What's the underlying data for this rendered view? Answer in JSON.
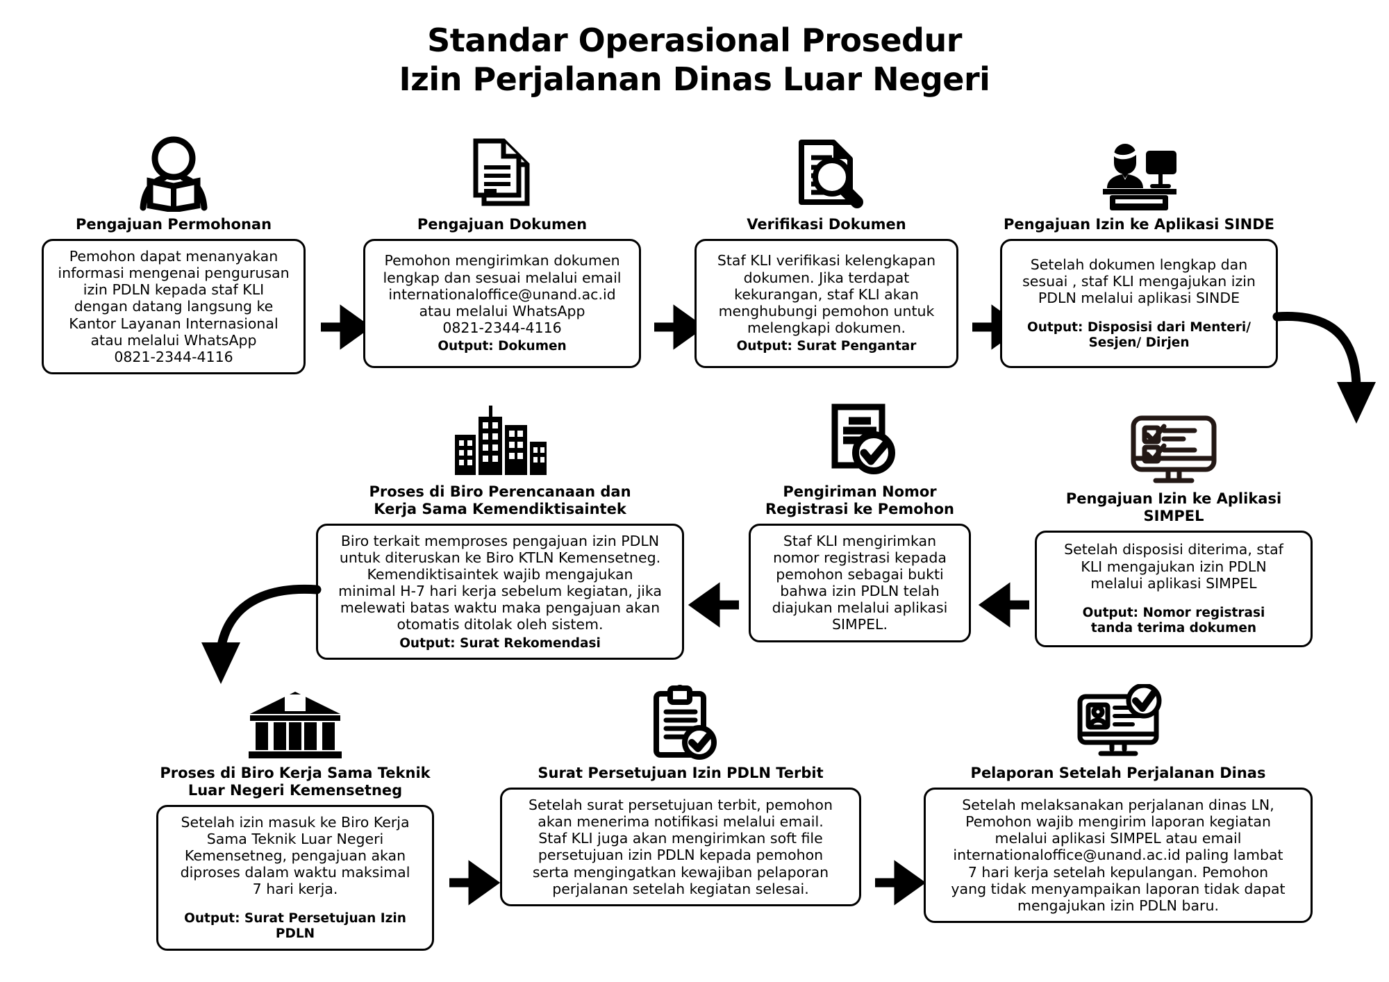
{
  "title": {
    "line1": "Standar Operasional Prosedur",
    "line2": "Izin Perjalanan Dinas Luar Negeri"
  },
  "steps": [
    {
      "id": "pengajuan-permohonan",
      "icon": "person-reading-icon",
      "heading": "Pengajuan Permohonan",
      "body": "Pemohon dapat menanyakan\ninformasi mengenai pengurusan\nizin PDLN kepada staf KLI\ndengan datang langsung ke\nKantor Layanan Internasional\natau melalui WhatsApp\n0821-2344-4116",
      "output": ""
    },
    {
      "id": "pengajuan-dokumen",
      "icon": "documents-icon",
      "heading": "Pengajuan Dokumen",
      "body": "Pemohon mengirimkan dokumen\nlengkap dan sesuai melalui email\ninternationaloffice@unand.ac.id\natau melalui WhatsApp\n0821-2344-4116",
      "output": "Output: Dokumen"
    },
    {
      "id": "verifikasi-dokumen",
      "icon": "document-magnifier-icon",
      "heading": "Verifikasi Dokumen",
      "body": "Staf KLI verifikasi kelengkapan\ndokumen. Jika terdapat\nkekurangan, staf KLI akan\nmenghubungi pemohon untuk\nmelengkapi dokumen.",
      "output": "Output: Surat Pengantar"
    },
    {
      "id": "pengajuan-izin-sinde",
      "icon": "staff-desk-monitor-icon",
      "heading": "Pengajuan Izin ke Aplikasi SINDE",
      "body": "Setelah dokumen lengkap dan\nsesuai , staf KLI mengajukan izin\nPDLN melalui aplikasi SINDE",
      "output": "Output: Disposisi dari Menteri/\nSesjen/ Dirjen"
    },
    {
      "id": "pengajuan-izin-simpel",
      "icon": "monitor-checklist-icon",
      "heading": "Pengajuan Izin ke Aplikasi SIMPEL",
      "body": "Setelah disposisi diterima, staf\nKLI mengajukan izin PDLN\nmelalui aplikasi SIMPEL",
      "output": "Output: Nomor registrasi\ntanda terima dokumen"
    },
    {
      "id": "pengiriman-nomor-registrasi",
      "icon": "document-check-icon",
      "heading": "Pengiriman Nomor\nRegistrasi ke Pemohon",
      "body": "Staf KLI mengirimkan\nnomor registrasi kepada\npemohon sebagai bukti\nbahwa izin PDLN telah\ndiajukan melalui aplikasi\nSIMPEL.",
      "output": ""
    },
    {
      "id": "proses-biro-perencanaan",
      "icon": "office-buildings-icon",
      "heading": "Proses di Biro Perencanaan dan\nKerja Sama Kemendiktisaintek",
      "body": "Biro terkait memproses pengajuan izin PDLN\nuntuk diteruskan ke Biro KTLN Kemensetneg.\nKemendiktisaintek wajib mengajukan\nminimal H-7 hari kerja sebelum kegiatan, jika\nmelewati batas waktu maka pengajuan akan\notomatis ditolak oleh sistem.",
      "output": "Output: Surat Rekomendasi"
    },
    {
      "id": "proses-biro-kerja-sama-teknik",
      "icon": "government-building-icon",
      "heading": "Proses di Biro Kerja Sama Teknik\nLuar Negeri Kemensetneg",
      "body": "Setelah izin masuk ke Biro Kerja\nSama Teknik Luar Negeri\nKemensetneg, pengajuan akan\ndiproses dalam waktu maksimal\n7 hari kerja.",
      "output": "Output: Surat Persetujuan Izin PDLN"
    },
    {
      "id": "surat-persetujuan-terbit",
      "icon": "clipboard-check-icon",
      "heading": "Surat Persetujuan Izin PDLN Terbit",
      "body": "Setelah surat persetujuan terbit, pemohon\nakan menerima notifikasi melalui email.\nStaf KLI juga akan mengirimkan soft file\npersetujuan izin PDLN kepada pemohon\nserta mengingatkan kewajiban pelaporan\nperjalanan setelah kegiatan selesai.",
      "output": ""
    },
    {
      "id": "pelaporan-setelah-perjalanan",
      "icon": "monitor-id-check-icon",
      "heading": "Pelaporan Setelah Perjalanan Dinas",
      "body": "Setelah melaksanakan perjalanan dinas LN,\nPemohon wajib mengirim laporan kegiatan\nmelalui aplikasi SIMPEL atau email\ninternationaloffice@unand.ac.id paling lambat\n7 hari kerja setelah kepulangan. Pemohon\nyang tidak menyampaikan laporan tidak dapat\nmengajukan izin PDLN baru.",
      "output": ""
    }
  ],
  "connectors": [
    {
      "id": "arrow-1-to-2",
      "direction": "right"
    },
    {
      "id": "arrow-2-to-3",
      "direction": "right"
    },
    {
      "id": "arrow-3-to-4",
      "direction": "right"
    },
    {
      "id": "arrow-4-to-5",
      "direction": "curve-down-right"
    },
    {
      "id": "arrow-5-to-6",
      "direction": "left"
    },
    {
      "id": "arrow-6-to-7",
      "direction": "left"
    },
    {
      "id": "arrow-7-to-8",
      "direction": "curve-down-left"
    },
    {
      "id": "arrow-8-to-9",
      "direction": "right"
    },
    {
      "id": "arrow-9-to-10",
      "direction": "right"
    }
  ],
  "colors": {
    "ink": "#000000",
    "icon_dark": "#231815",
    "background": "#ffffff"
  }
}
